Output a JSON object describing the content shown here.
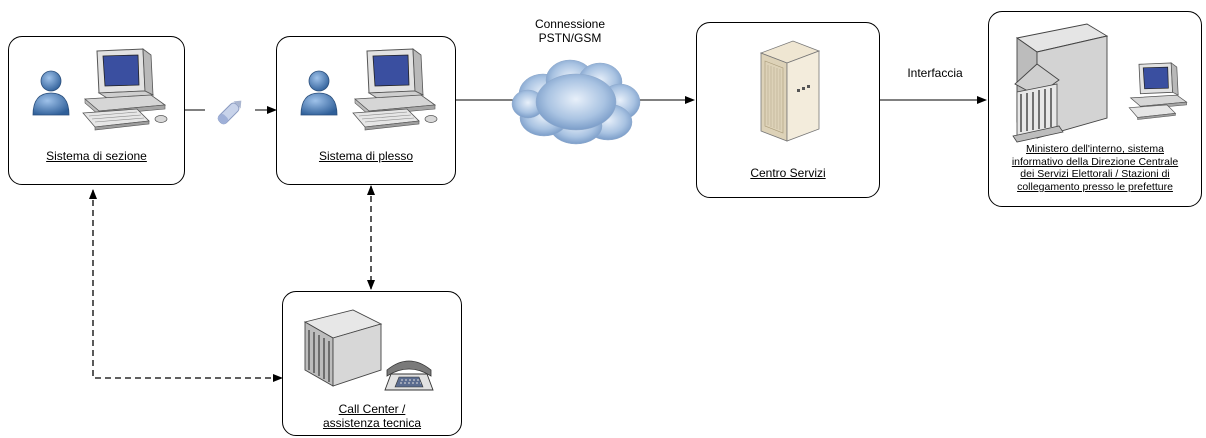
{
  "nodes": {
    "sezione": {
      "label": "Sistema di sezione"
    },
    "plesso": {
      "label": "Sistema di plesso"
    },
    "centro": {
      "label": "Centro Servizi"
    },
    "ministero": {
      "label_lines": [
        "Ministero dell'interno, sistema",
        "informativo della Direzione Centrale",
        "dei Servizi Elettorali / Stazioni di",
        "collegamento presso le prefetture"
      ]
    },
    "callcenter": {
      "label_lines": [
        "Call Center /",
        "assistenza tecnica"
      ]
    }
  },
  "edges": {
    "connection_label_lines": [
      "Connessione",
      "PSTN/GSM"
    ],
    "interface_label": "Interfaccia"
  },
  "colors": {
    "user_icon": "#4b7fb6",
    "cloud": "#8fb0d6",
    "computer_shell": "#dcdcdc",
    "screen": "#3a4fa0"
  }
}
